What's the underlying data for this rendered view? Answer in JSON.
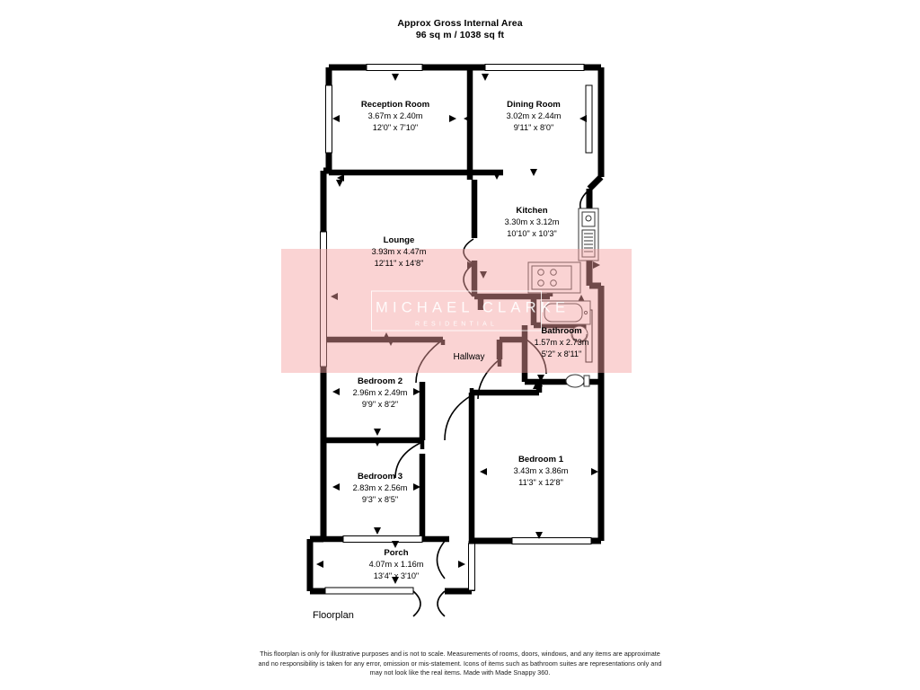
{
  "header": {
    "line1": "Approx Gross Internal Area",
    "line2": "96 sq m / 1038 sq ft"
  },
  "watermark": {
    "name": "MICHAEL CLARKE",
    "subtitle": "RESIDENTIAL",
    "band_color": "#f4a0a0"
  },
  "plan": {
    "caption": "Floorplan",
    "wall_color": "#000000",
    "rooms": [
      {
        "key": "reception_room",
        "name": "Reception Room",
        "metric": "3.67m x 2.40m",
        "imperial": "12'0\" x 7'10\""
      },
      {
        "key": "dining_room",
        "name": "Dining Room",
        "metric": "3.02m x 2.44m",
        "imperial": "9'11\" x 8'0\""
      },
      {
        "key": "kitchen",
        "name": "Kitchen",
        "metric": "3.30m x 3.12m",
        "imperial": "10'10\" x 10'3\""
      },
      {
        "key": "lounge",
        "name": "Lounge",
        "metric": "3.93m x 4.47m",
        "imperial": "12'11\" x 14'8\""
      },
      {
        "key": "bathroom",
        "name": "Bathroom",
        "metric": "1.57m x 2.73m",
        "imperial": "5'2\" x 8'11\""
      },
      {
        "key": "hallway",
        "name": "Hallway",
        "metric": "",
        "imperial": ""
      },
      {
        "key": "bedroom_2",
        "name": "Bedroom 2",
        "metric": "2.96m x 2.49m",
        "imperial": "9'9\" x 8'2\""
      },
      {
        "key": "bedroom_3",
        "name": "Bedroom 3",
        "metric": "2.83m x 2.56m",
        "imperial": "9'3\" x 8'5\""
      },
      {
        "key": "bedroom_1",
        "name": "Bedroom 1",
        "metric": "3.43m x 3.86m",
        "imperial": "11'3\" x 12'8\""
      },
      {
        "key": "porch",
        "name": "Porch",
        "metric": "4.07m x 1.16m",
        "imperial": "13'4\" x 3'10\""
      }
    ],
    "fixtures": [
      "hob-icon",
      "oven-icon",
      "fridge-icon",
      "bathtub-icon",
      "sink-icon",
      "toilet-icon"
    ]
  },
  "disclaimer": {
    "line1": "This floorplan is only for illustrative purposes and is not to scale. Measurements of rooms, doors, windows, and any items are approximate",
    "line2": "and no responsibility is taken for any error, omission or mis-statement. Icons of items such as bathroom suites are representations only and",
    "line3": "may not look like the real items. Made with Made Snappy 360."
  }
}
